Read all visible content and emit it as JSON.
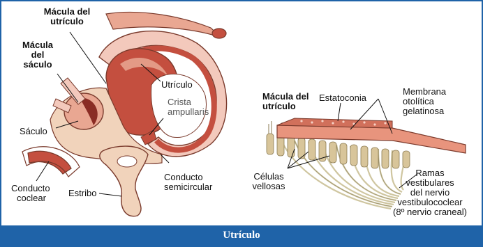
{
  "figure": {
    "caption": "Utrículo",
    "colors": {
      "frame": "#1f63a8",
      "tissue_red": "#c44f3f",
      "tissue_light": "#e39a86",
      "bone": "#f1d3bb",
      "nerve": "#cfc6a0",
      "hair_cells": "#d8c59a"
    },
    "left_labels": {
      "macula_utriculo_1": "Mácula del",
      "macula_utriculo_2": "utrículo",
      "macula_saculo_1": "Mácula",
      "macula_saculo_2": "del",
      "macula_saculo_3": "sáculo",
      "utriculo": "Utrículo",
      "crista_1": "Crista",
      "crista_2": "ampullaris",
      "saculo": "Sáculo",
      "conducto_sc_1": "Conducto",
      "conducto_sc_2": "semicircular",
      "conducto_coclear_1": "Conducto",
      "conducto_coclear_2": "coclear",
      "estribo": "Estribo"
    },
    "right_labels": {
      "macula_utriculo_1": "Mácula del",
      "macula_utriculo_2": "utrículo",
      "estatoconia": "Estatoconia",
      "membrana_1": "Membrana",
      "membrana_2": "otolítica",
      "membrana_3": "gelatinosa",
      "celulas_1": "Células",
      "celulas_2": "vellosas",
      "ramas_1": "Ramas",
      "ramas_2": "vestibulares",
      "ramas_3": "del nervio",
      "ramas_4": "vestibulococlear",
      "ramas_5": "(8º nervio craneal)"
    }
  }
}
